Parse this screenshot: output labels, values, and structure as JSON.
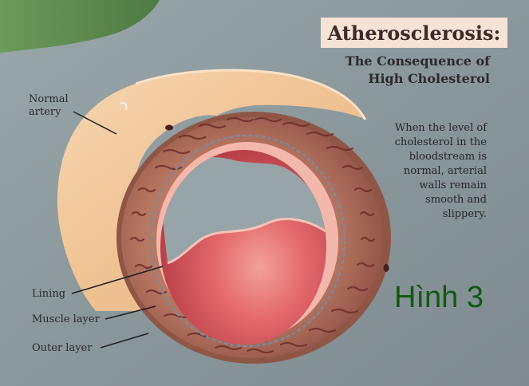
{
  "title": "Atherosclerosis:",
  "subtitle": [
    "The Consequence of",
    "High Cholesterol"
  ],
  "description": [
    "When the level of",
    "cholesterol in the",
    "bloodstream is",
    "normal, arterial",
    "walls remain",
    "smooth and",
    "slippery."
  ],
  "labels": {
    "normal_artery": [
      "Normal",
      "artery"
    ],
    "lining": "Lining",
    "muscle_layer": "Muscle layer",
    "outer_layer": "Outer layer"
  },
  "figure_label": "Hình 3",
  "colors": {
    "background": "#86959a",
    "title_box": "#f7e2d6",
    "artery_outer": "#f1c595",
    "artery_wall": "#a5695b",
    "lumen": "#e2676a",
    "figure_label": "#0f5a12"
  }
}
